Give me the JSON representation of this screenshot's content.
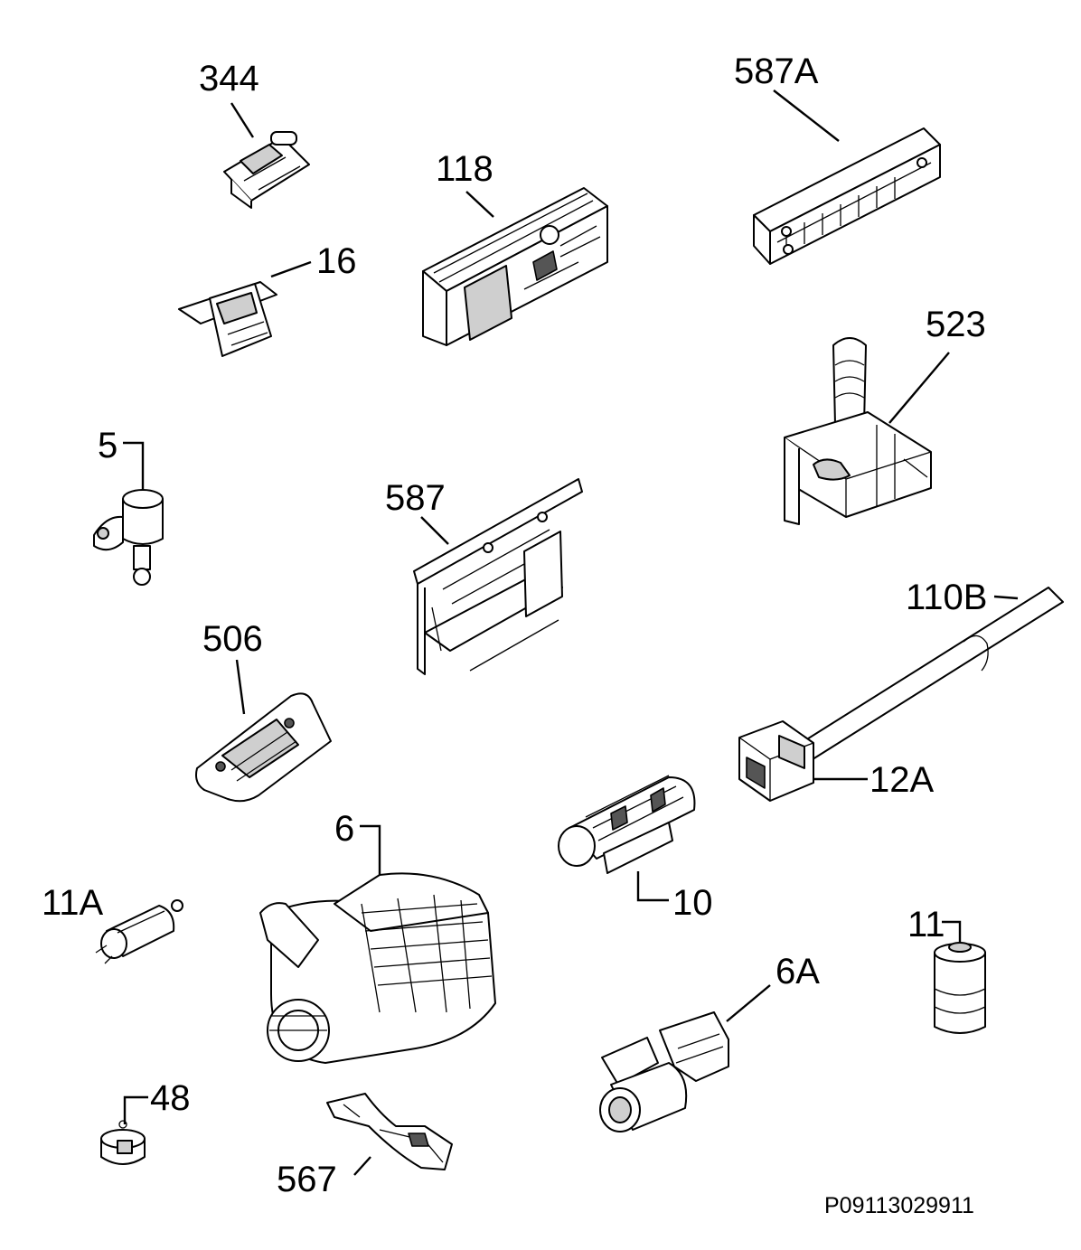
{
  "labels": {
    "p344": "344",
    "p118": "118",
    "p587A": "587A",
    "p16": "16",
    "p523": "523",
    "p5": "5",
    "p587": "587",
    "p110B": "110B",
    "p506": "506",
    "p12A": "12A",
    "p6": "6",
    "p10": "10",
    "p11A": "11A",
    "p11": "11",
    "p6A": "6A",
    "p48": "48",
    "p567": "567"
  },
  "reference_code": "P09113029911"
}
